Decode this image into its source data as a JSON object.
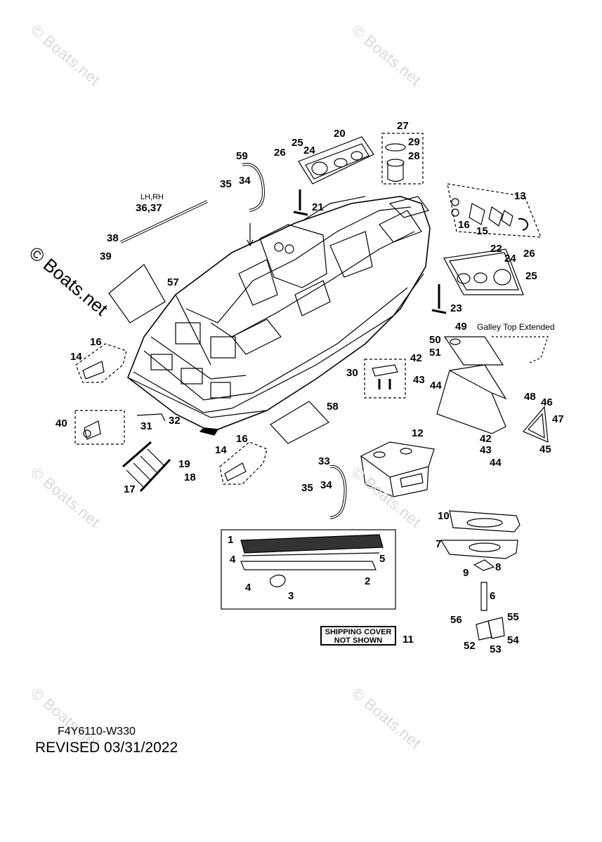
{
  "watermark": "© Boats.net",
  "footer": {
    "code": "F4Y6110-W330",
    "revised": "REVISED 03/31/2022"
  },
  "notes": {
    "lh_rh": "LH,RH",
    "galley_top": "Galley Top Extended",
    "shipping_cover_line1": "SHIPPING COVER",
    "shipping_cover_line2": "NOT SHOWN"
  },
  "callouts": {
    "c1": "1",
    "c2": "2",
    "c3": "3",
    "c4a": "4",
    "c4b": "4",
    "c5": "5",
    "c6": "6",
    "c7": "7",
    "c8": "8",
    "c9": "9",
    "c10": "10",
    "c11": "11",
    "c12": "12",
    "c13": "13",
    "c14a": "14",
    "c14b": "14",
    "c15": "15",
    "c16a": "16",
    "c16b": "16",
    "c16c": "16",
    "c17": "17",
    "c18": "18",
    "c19": "19",
    "c20": "20",
    "c21": "21",
    "c22": "22",
    "c23": "23",
    "c24a": "24",
    "c24b": "24",
    "c25a": "25",
    "c25b": "25",
    "c26a": "26",
    "c26b": "26",
    "c27": "27",
    "c28": "28",
    "c29": "29",
    "c30": "30",
    "c31": "31",
    "c32": "32",
    "c33": "33",
    "c34a": "34",
    "c34b": "34",
    "c35a": "35",
    "c35b": "35",
    "c3637": "36,37",
    "c38": "38",
    "c39": "39",
    "c40": "40",
    "c42a": "42",
    "c42b": "42",
    "c43a": "43",
    "c43b": "43",
    "c44a": "44",
    "c44b": "44",
    "c45": "45",
    "c46": "46",
    "c47": "47",
    "c48": "48",
    "c49": "49",
    "c50": "50",
    "c51": "51",
    "c52": "52",
    "c53": "53",
    "c54": "54",
    "c55": "55",
    "c56": "56",
    "c57": "57",
    "c58": "58",
    "c59": "59"
  }
}
